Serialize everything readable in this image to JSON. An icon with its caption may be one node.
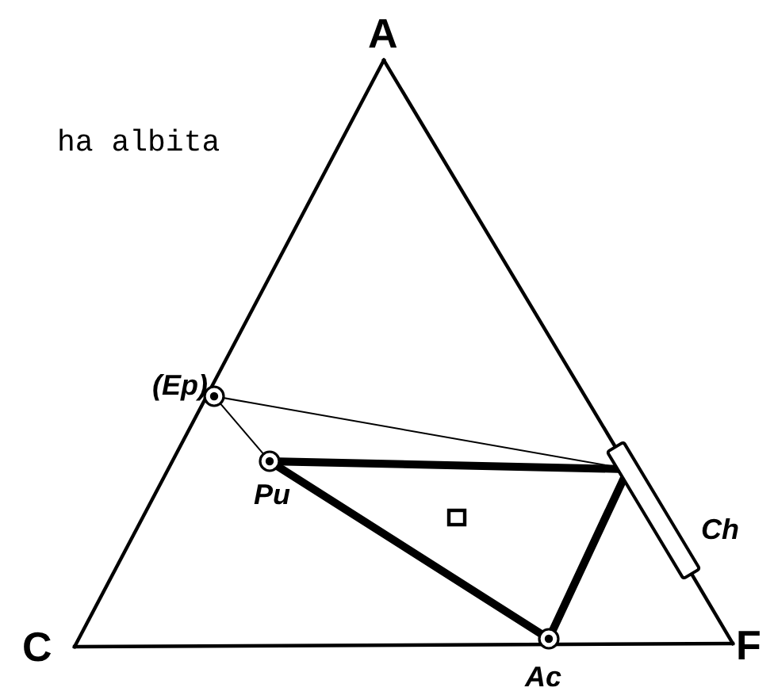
{
  "diagram": {
    "nodes": [
      {
        "text": [
          "A"
        ]
      },
      {
        "text": [],
        "shape": "circle",
        "beside": [
          "(Ep)"
        ]
      },
      {
        "text": [],
        "shape": "circle",
        "beside": [
          "Pu"
        ]
      },
      {
        "text": [],
        "shape": "bar",
        "beside": [
          "Ch"
        ]
      },
      {
        "text": [
          "C"
        ]
      },
      {
        "text": [],
        "shape": "circle",
        "beside": [
          "Ac"
        ]
      },
      {
        "text": [
          "F"
        ]
      }
    ],
    "edges": [
      {
        "from": 0,
        "to": 4,
        "arrow": "none"
      },
      {
        "from": 4,
        "to": 6,
        "arrow": "none"
      },
      {
        "from": 6,
        "to": 3,
        "arrow": "none"
      },
      {
        "from": 3,
        "to": 0,
        "arrow": "none"
      },
      {
        "from": 1,
        "to": 3,
        "arrow": "none"
      },
      {
        "from": 1,
        "to": 2,
        "arrow": "none"
      },
      {
        "from": 2,
        "to": 3,
        "arrow": "none",
        "style": "thick"
      },
      {
        "from": 2,
        "to": 5,
        "arrow": "none",
        "style": "thick"
      },
      {
        "from": 5,
        "to": 3,
        "arrow": "none",
        "style": "thick"
      }
    ],
    "labels": [
      "ha albita"
    ]
  }
}
